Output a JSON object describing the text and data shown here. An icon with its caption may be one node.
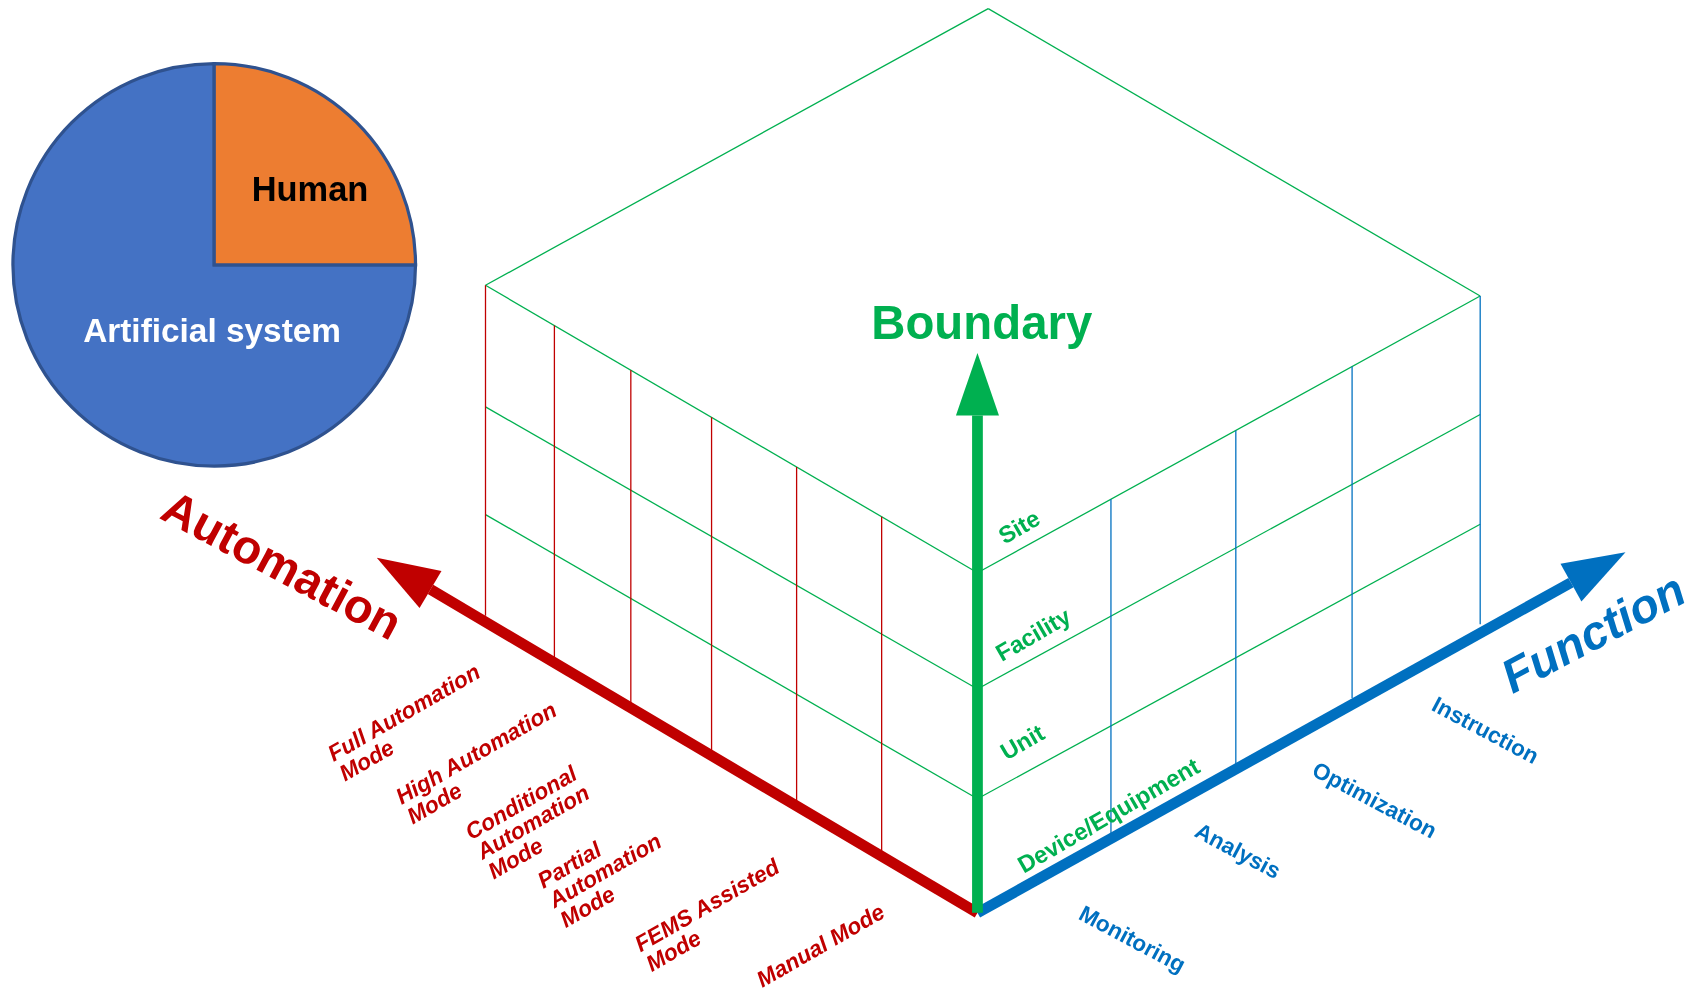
{
  "diagram": {
    "labels": [
      "Human",
      "Artificial system",
      "Boundary",
      "Automation",
      "Site",
      "Facility",
      "Function",
      "Full Automation Mode",
      "High Automation Mode",
      "Instruction",
      "Unit",
      "Conditional Automation Mode",
      "Optimization",
      "Partial Automation Mode",
      "Device/Equipment",
      "Analysis",
      "FEMS Assisted Mode",
      "Manual Mode",
      "Monitoring"
    ]
  }
}
